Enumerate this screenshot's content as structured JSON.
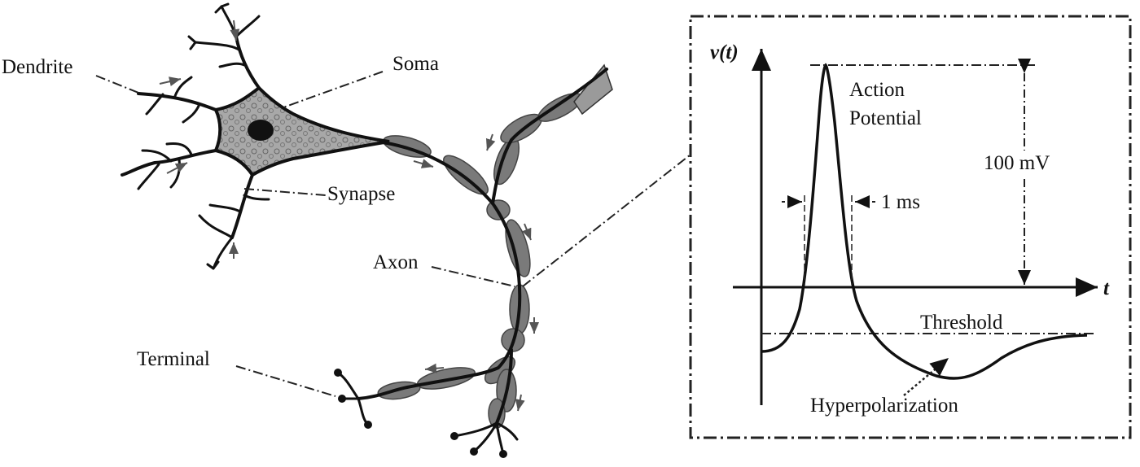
{
  "neuron": {
    "labels": {
      "dendrite": "Dendrite",
      "soma": "Soma",
      "synapse": "Synapse",
      "axon": "Axon",
      "terminal": "Terminal"
    }
  },
  "graph": {
    "y_axis_label": "v(t)",
    "x_axis_label": "t",
    "peak_label_line1": "Action",
    "peak_label_line2": "Potential",
    "amplitude_label": "100 mV",
    "width_label": "1 ms",
    "threshold_label": "Threshold",
    "hyperpolarization_label": "Hyperpolarization"
  },
  "colors": {
    "ink": "#111111",
    "soma_fill": "#9a9a9a",
    "myelin": "#7a7a7a"
  }
}
